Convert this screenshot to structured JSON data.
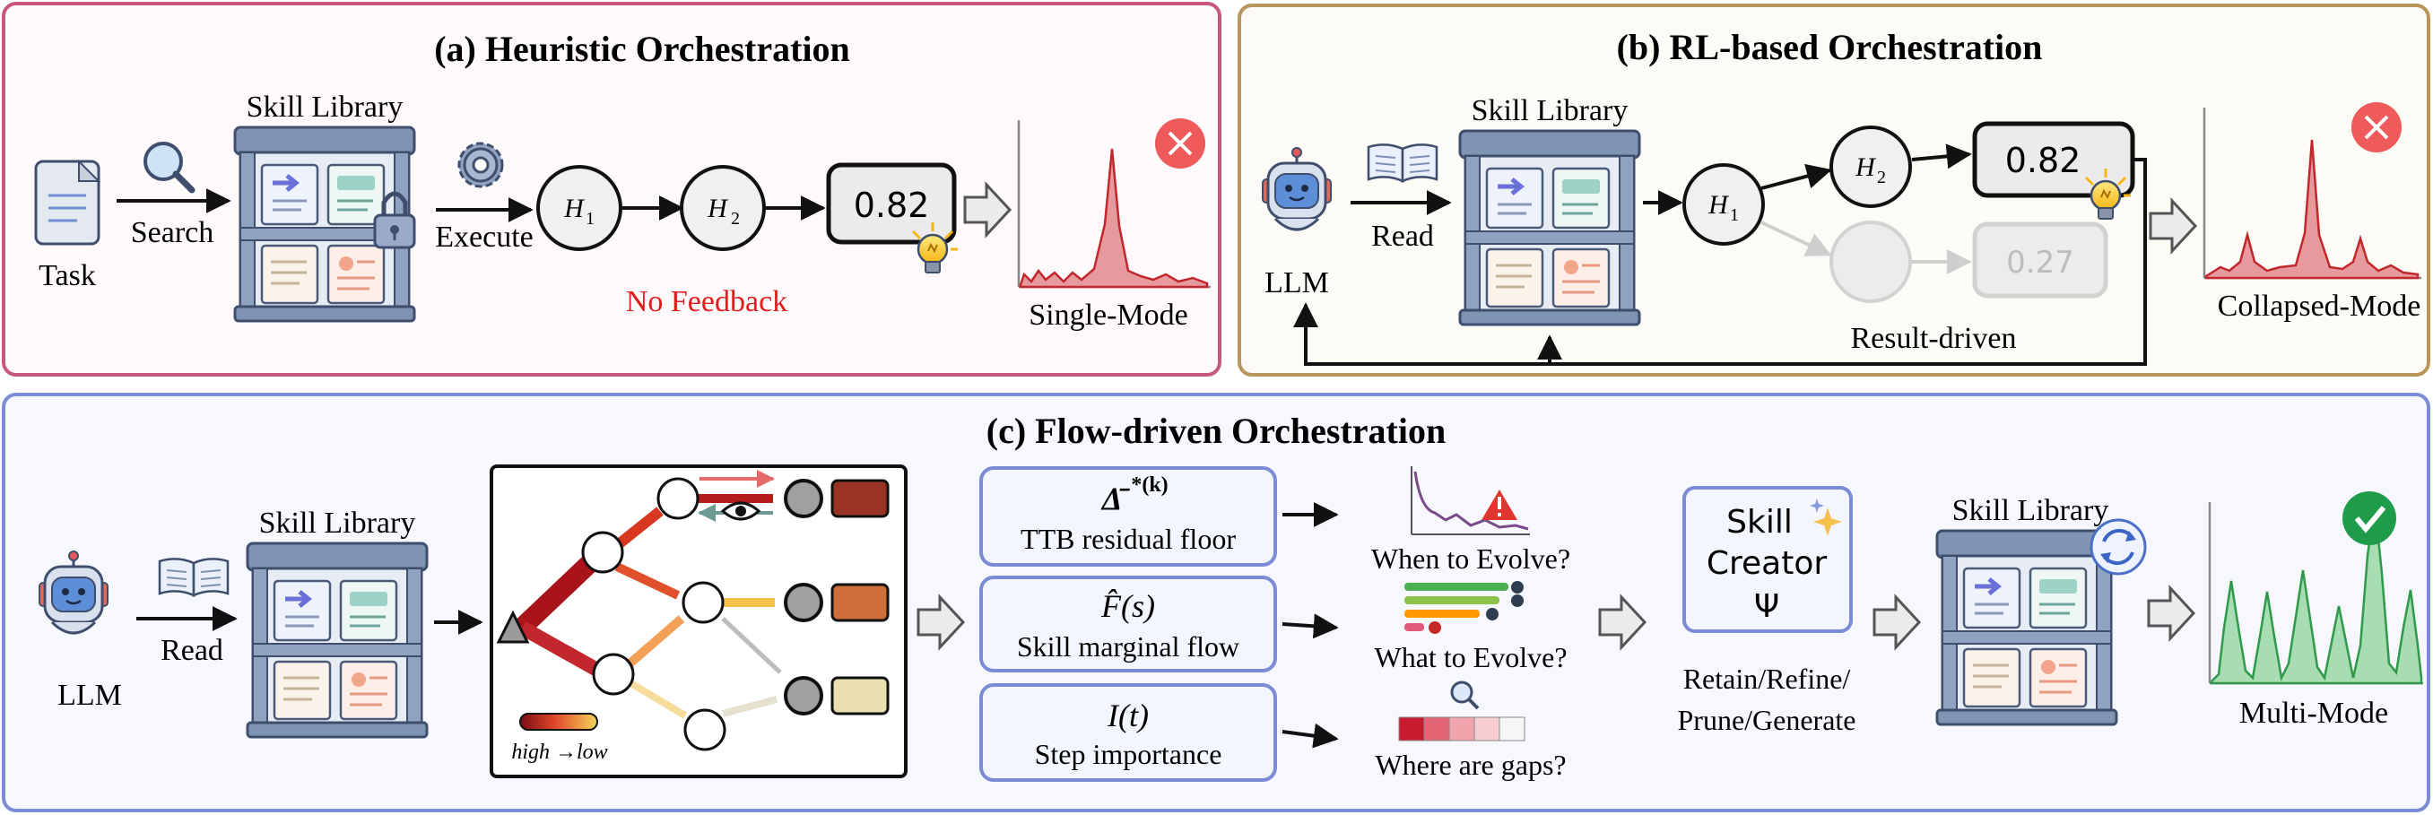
{
  "panels": {
    "a": {
      "title": "(a) Heuristic Orchestration",
      "task_label": "Task",
      "search_label": "Search",
      "library_label": "Skill Library",
      "execute_label": "Execute",
      "h1": "H",
      "h2": "H",
      "h_sub1": "1",
      "h_sub2": "2",
      "score": "0.82",
      "no_feedback": "No Feedback",
      "mode_label": "Single-Mode",
      "status": "fail"
    },
    "b": {
      "title": "(b) RL-based Orchestration",
      "llm_label": "LLM",
      "read_label": "Read",
      "library_label": "Skill Library",
      "h1": "H",
      "h2": "H",
      "h_sub1": "1",
      "h_sub2": "2",
      "score_top": "0.82",
      "score_faded": "0.27",
      "result_driven": "Result-driven",
      "mode_label": "Collapsed-Mode",
      "status": "fail"
    },
    "c": {
      "title": "(c) Flow-driven Orchestration",
      "llm_label": "LLM",
      "read_label": "Read",
      "library_label": "Skill Library",
      "gradient_label": "high →low",
      "box1_symbol": "Δ̄",
      "box1_sup": "*(k)",
      "box1_text": "TTB residual floor",
      "box2_symbol": "F̂(s)",
      "box2_text": "Skill marginal flow",
      "box3_symbol": "I(t)",
      "box3_text": "Step importance",
      "q1": "When to Evolve?",
      "q2": "What to Evolve?",
      "q3": "Where are gaps?",
      "creator_line1": "Skill",
      "creator_line2": "Creator",
      "creator_line3": "Ψ",
      "actions_line1": "Retain/Refine/",
      "actions_line2": "Prune/Generate",
      "library2_label": "Skill Library",
      "mode_label": "Multi-Mode",
      "status": "success"
    }
  },
  "colors": {
    "panel_a_border": "#c7577f",
    "panel_b_border": "#b8965a",
    "panel_b_bg": "#fdfbf6",
    "panel_c_border": "#7b8bd6",
    "panel_c_bg": "#f6f8fe",
    "red_curve": "#c1272d",
    "green_curve": "#2e9a4a",
    "fail_red": "#ef5a5a",
    "success_green": "#1f9c4a",
    "feedback_red": "#e11d1d"
  }
}
